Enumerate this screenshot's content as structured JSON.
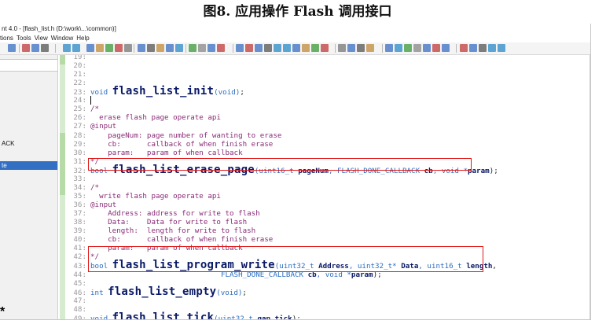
{
  "caption": "图8. 应用操作 Flash 调用接口",
  "window": {
    "title": "nt 4.0 - [flash_list.h (D:\\work\\...\\common)]",
    "menu": [
      "tions",
      "Tools",
      "View",
      "Window",
      "Help"
    ]
  },
  "sidebar": {
    "items": [
      {
        "label": "ACK",
        "selected": false
      },
      {
        "label": "te",
        "selected": true
      }
    ]
  },
  "code_lines": [
    {
      "n": "19:",
      "segs": []
    },
    {
      "n": "20:",
      "segs": []
    },
    {
      "n": "21:",
      "segs": []
    },
    {
      "n": "22:",
      "segs": []
    },
    {
      "n": "23:",
      "segs": [
        [
          "kw",
          "void "
        ],
        [
          "fn",
          "flash_list_init"
        ],
        [
          "kw",
          "(void)"
        ],
        [
          "",
          "; "
        ]
      ]
    },
    {
      "n": "24:",
      "segs": [
        [
          "caret",
          ""
        ]
      ]
    },
    {
      "n": "25:",
      "segs": [
        [
          "cm",
          "/*"
        ]
      ]
    },
    {
      "n": "26:",
      "segs": [
        [
          "cm",
          "  erase flash page operate api"
        ]
      ]
    },
    {
      "n": "27:",
      "segs": [
        [
          "cm",
          "@input"
        ]
      ]
    },
    {
      "n": "28:",
      "segs": [
        [
          "cm",
          "    pageNum: page number of wanting to erase"
        ]
      ]
    },
    {
      "n": "29:",
      "segs": [
        [
          "cm",
          "    cb:      callback of when finish erase"
        ]
      ]
    },
    {
      "n": "30:",
      "segs": [
        [
          "cm",
          "    param:   param of when callback"
        ]
      ]
    },
    {
      "n": "31:",
      "segs": [
        [
          "cm",
          "*/"
        ]
      ]
    },
    {
      "n": "32:",
      "segs": [
        [
          "kw",
          "bool "
        ],
        [
          "fn",
          "flash_list_erase_page"
        ],
        [
          "kw",
          "(uint16_t "
        ],
        [
          "bd",
          "pageNum"
        ],
        [
          "kw",
          ", FLASH_DONE_CALLBACK "
        ],
        [
          "bd",
          "cb"
        ],
        [
          "kw",
          ", void *"
        ],
        [
          "bd",
          "param"
        ],
        [
          "",
          ");"
        ]
      ]
    },
    {
      "n": "33:",
      "segs": []
    },
    {
      "n": "34:",
      "segs": [
        [
          "cm",
          "/*"
        ]
      ]
    },
    {
      "n": "35:",
      "segs": [
        [
          "cm",
          "  write flash page operate api"
        ]
      ]
    },
    {
      "n": "36:",
      "segs": [
        [
          "cm",
          "@input"
        ]
      ]
    },
    {
      "n": "37:",
      "segs": [
        [
          "cm",
          "    Address: address for write to flash"
        ]
      ]
    },
    {
      "n": "38:",
      "segs": [
        [
          "cm",
          "    Data:    Data for write to flash"
        ]
      ]
    },
    {
      "n": "39:",
      "segs": [
        [
          "cm",
          "    length:  length for write to flash"
        ]
      ]
    },
    {
      "n": "40:",
      "segs": [
        [
          "cm",
          "    cb:      callback of when finish erase"
        ]
      ]
    },
    {
      "n": "41:",
      "segs": [
        [
          "cm",
          "    param:   param of when callback"
        ]
      ]
    },
    {
      "n": "42:",
      "segs": [
        [
          "cm",
          "*/"
        ]
      ]
    },
    {
      "n": "43:",
      "segs": [
        [
          "kw",
          "bool "
        ],
        [
          "fn",
          "flash_list_program_write"
        ],
        [
          "kw",
          "(uint32_t "
        ],
        [
          "bd",
          "Address"
        ],
        [
          "kw",
          ", uint32_t* "
        ],
        [
          "bd",
          "Data"
        ],
        [
          "kw",
          ", uint16_t "
        ],
        [
          "bd",
          "length"
        ],
        [
          "",
          ","
        ]
      ]
    },
    {
      "n": "44:",
      "segs": [
        [
          "kw",
          "                              FLASH_DONE_CALLBACK "
        ],
        [
          "bd",
          "cb"
        ],
        [
          "kw",
          ", void *"
        ],
        [
          "bd",
          "param"
        ],
        [
          "",
          ");"
        ]
      ]
    },
    {
      "n": "45:",
      "segs": []
    },
    {
      "n": "46:",
      "segs": [
        [
          "kw",
          "int "
        ],
        [
          "fn",
          "flash_list_empty"
        ],
        [
          "kw",
          "(void)"
        ],
        [
          "",
          ";"
        ]
      ]
    },
    {
      "n": "47:",
      "segs": []
    },
    {
      "n": "48:",
      "segs": []
    },
    {
      "n": "49:",
      "segs": [
        [
          "kw",
          "void "
        ],
        [
          "fn",
          "flash_list_tick"
        ],
        [
          "kw",
          "(uint32_t "
        ],
        [
          "bd",
          "gap_tick"
        ],
        [
          "",
          ");"
        ]
      ]
    }
  ],
  "footnote_mark": "*"
}
